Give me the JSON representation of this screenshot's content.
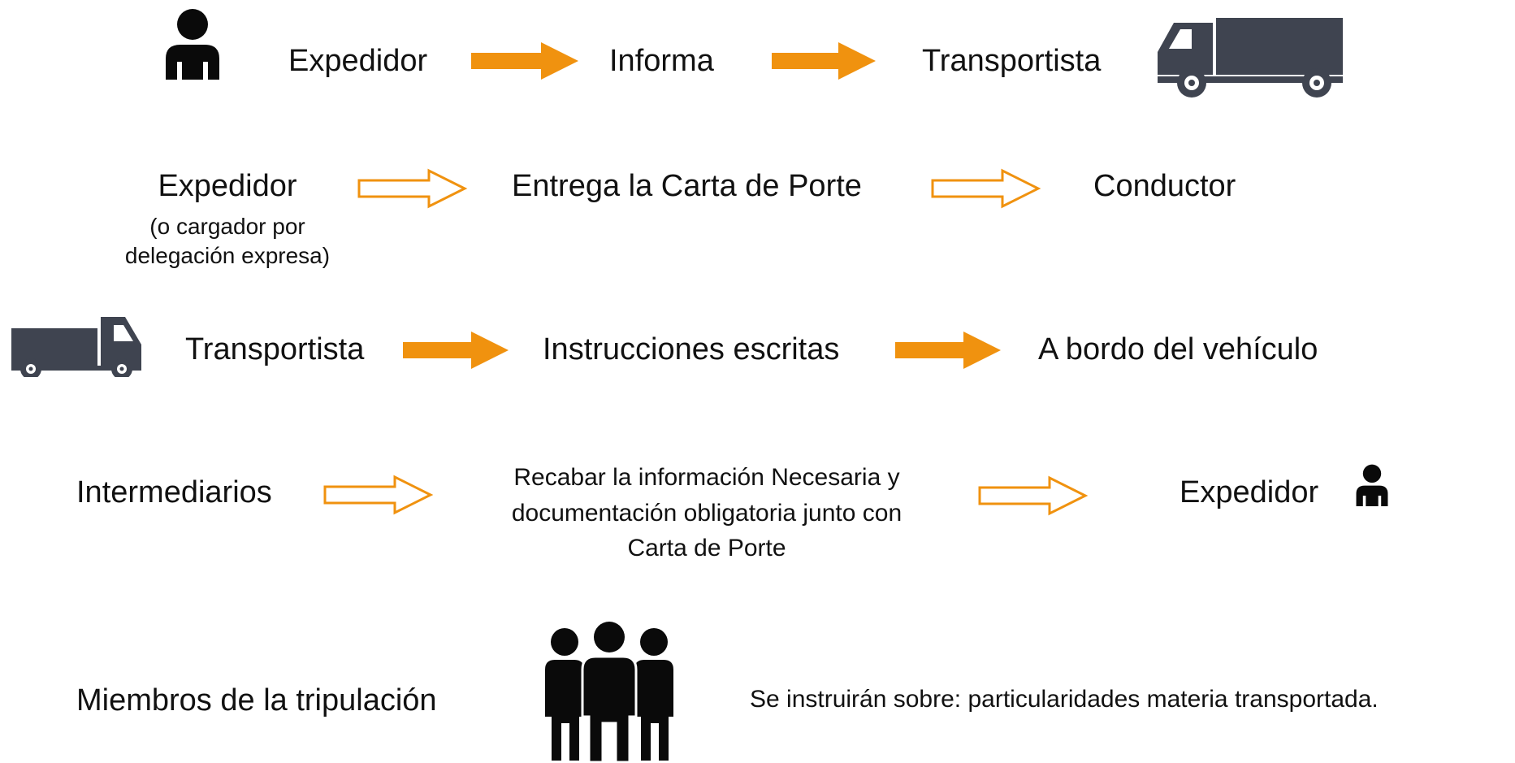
{
  "colors": {
    "accent": "#F0920F",
    "icon": "#3F4450",
    "person": "#0A0A0A"
  },
  "icons": [
    "person-icon",
    "truck-icon",
    "group-icon"
  ],
  "rows": {
    "r1": {
      "from": "Expedidor",
      "middle": "Informa",
      "to": "Transportista"
    },
    "r2": {
      "from": "Expedidor",
      "from_note_1": "(o cargador por",
      "from_note_2": "delegación expresa)",
      "middle": "Entrega la Carta de Porte",
      "to": "Conductor"
    },
    "r3": {
      "from": "Transportista",
      "middle": "Instrucciones escritas",
      "to": "A bordo del vehículo"
    },
    "r4": {
      "from": "Intermediarios",
      "middle_1": "Recabar la información Necesaria y",
      "middle_2": "documentación obligatoria junto con",
      "middle_3": "Carta de Porte",
      "to": "Expedidor"
    },
    "r5": {
      "from": "Miembros de la tripulación",
      "note": "Se instruirán sobre: particularidades materia transportada."
    }
  }
}
